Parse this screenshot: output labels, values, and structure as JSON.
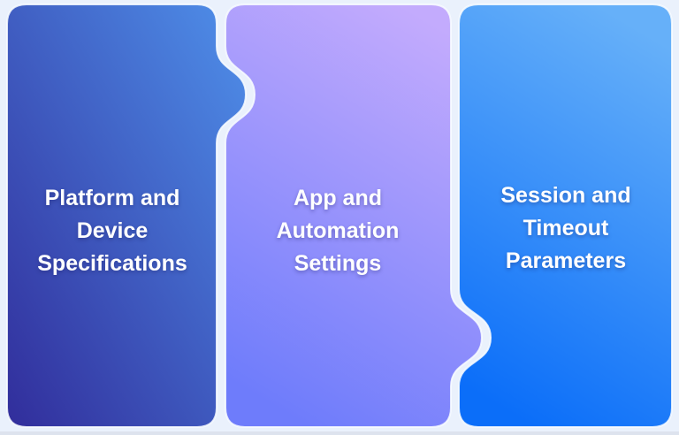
{
  "background_color": "#eaf1fc",
  "cards": [
    {
      "id": "platform-device",
      "title": "Platform and\nDevice\nSpecifications",
      "gradient": {
        "from": "#4f90ea",
        "to": "#312d9b"
      },
      "text_color": "#ffffff"
    },
    {
      "id": "app-automation",
      "title": "App and\nAutomation\nSettings",
      "gradient": {
        "from": "#c3abfd",
        "to": "#6e7cfb"
      },
      "text_color": "#ffffff"
    },
    {
      "id": "session-timeout",
      "title": "Session and\nTimeout\nParameters",
      "gradient": {
        "from": "#66b0f9",
        "to": "#0b6ef9"
      },
      "text_color": "#ffffff"
    }
  ]
}
